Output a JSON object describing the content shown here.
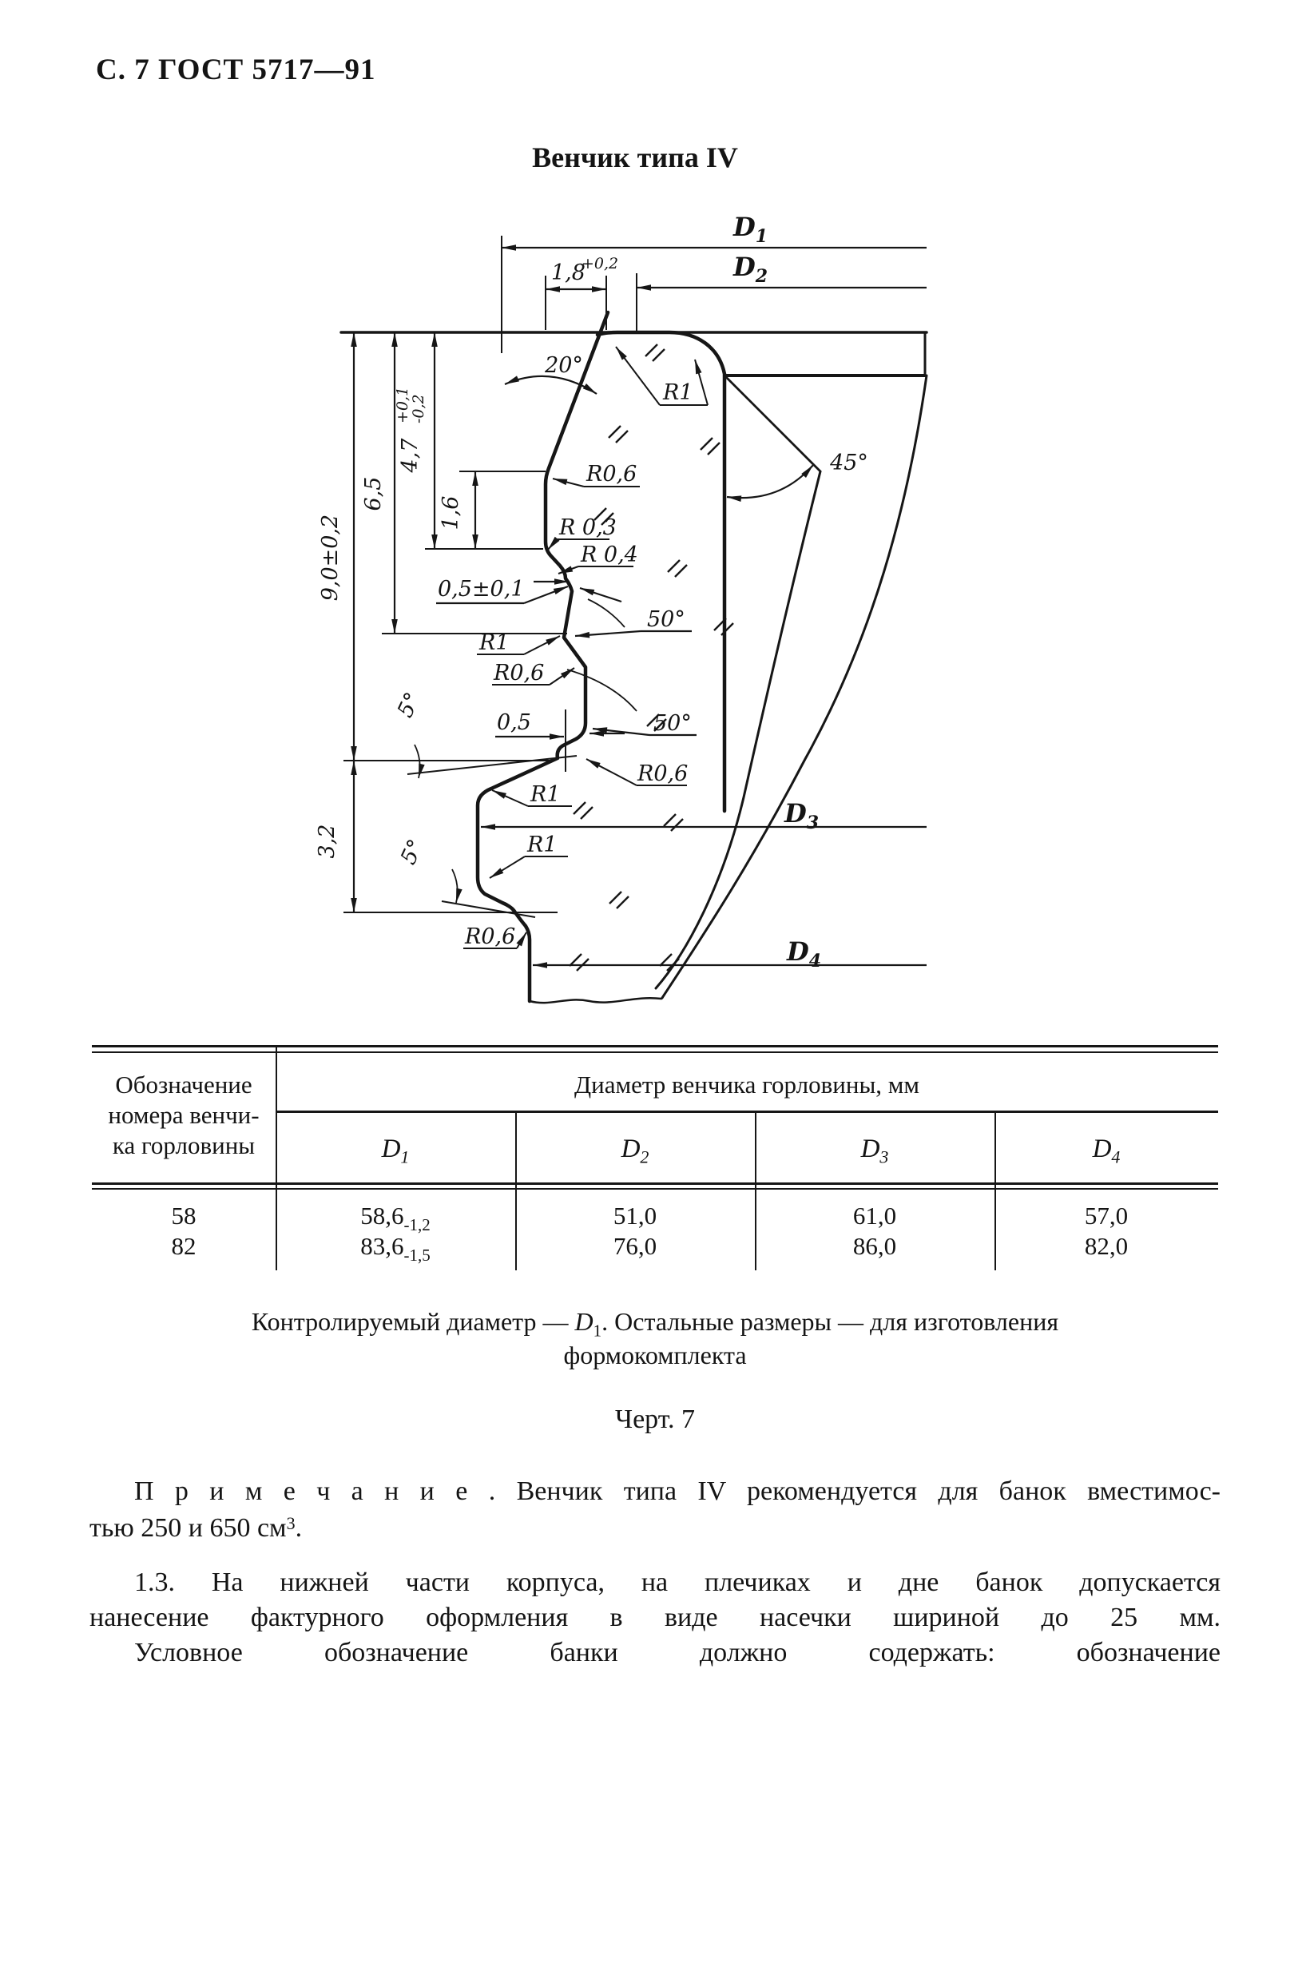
{
  "page": {
    "header": "С. 7 ГОСТ 5717—91",
    "title": "Венчик типа IV",
    "figure_caption": "Черт. 7"
  },
  "drawing": {
    "diameters": {
      "base": "D",
      "sub1": "1",
      "sub2": "2",
      "sub3": "3",
      "sub4": "4"
    },
    "dims": {
      "w18": {
        "value": "1,8",
        "tol": "+0,2"
      },
      "h90": "9,0±0,2",
      "h65": "6,5",
      "h47": {
        "value": "4,7",
        "tol_up": "+0,1",
        "tol_dn": "-0,2"
      },
      "h16": "1,6",
      "step05": "0,5±0,1",
      "bead05": "0,5",
      "h32": "3,2"
    },
    "angles": {
      "a20": "20°",
      "a45": "45°",
      "a50a": "50°",
      "a50b": "50°",
      "a5a": "5°",
      "a5b": "5°"
    },
    "radii": {
      "r1_crown": "R1",
      "r06_top": "R0,6",
      "r03": "R 0,3",
      "r04": "R 0,4",
      "r1_mid": "R1",
      "r06_mid": "R0,6",
      "r06_mid_right": "R0,6",
      "r1_groove_up": "R1",
      "r1_groove_low": "R1",
      "r06_bottom": "R0,6"
    }
  },
  "table": {
    "col0_header": [
      "Обозначение",
      "номера венчи-",
      "ка горловины"
    ],
    "span_header": "Диаметр венчика горловины, мм",
    "d_base": "D",
    "d_subs": [
      "1",
      "2",
      "3",
      "4"
    ],
    "rows": [
      {
        "num": "58",
        "d1": "58,6",
        "d1_tol": "-1,2",
        "d2": "51,0",
        "d3": "61,0",
        "d4": "57,0"
      },
      {
        "num": "82",
        "d1": "83,6",
        "d1_tol": "-1,5",
        "d2": "76,0",
        "d3": "86,0",
        "d4": "82,0"
      }
    ]
  },
  "note": {
    "pre": "Контролируемый диаметр — ",
    "d": "D",
    "sub": "1",
    "post": ". Остальные размеры — для изготовления",
    "line2": "формокомплекта"
  },
  "remark": {
    "line1": "П р и м е ч а н и е .  Венчик типа IV рекомендуется для банок вместимос-",
    "line2_pre": "тью 250 и 650 см",
    "line2_sup": "3",
    "line2_post": "."
  },
  "para13": {
    "line1": "1.3.  На нижней части корпуса, на плечиках и дне банок допускается",
    "line2": "нанесение фактурного оформления в виде насечки шириной до 25 мм.",
    "line3": "Условное обозначение банки должно содержать: обозначение"
  }
}
